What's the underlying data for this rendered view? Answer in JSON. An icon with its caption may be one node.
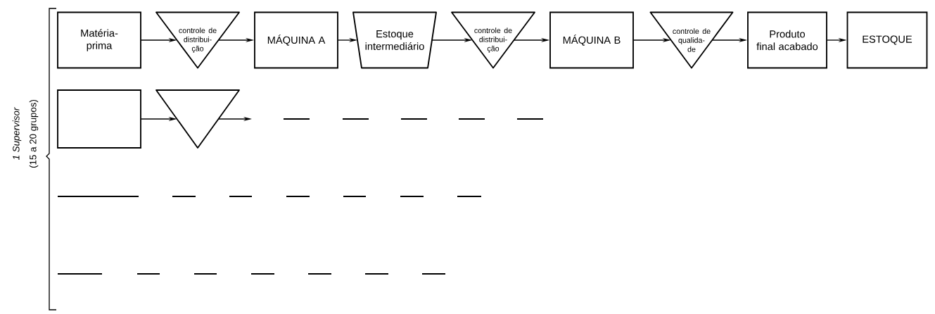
{
  "diagram": {
    "nodes": [
      {
        "text": [
          "Matéria- prima"
        ]
      },
      {
        "text": [
          "controle de distribui- ção"
        ]
      },
      {
        "text": [
          "MÁQUINA A"
        ]
      },
      {
        "text": [
          "Estoque intermediário"
        ]
      },
      {
        "text": [
          "controle de distribui- ção"
        ]
      },
      {
        "text": [
          "MÁQUINA B"
        ]
      },
      {
        "text": [
          "controle de qualida- de"
        ]
      },
      {
        "text": [
          "Produto final acabado"
        ]
      },
      {
        "text": [
          "ESTOQUE"
        ]
      },
      {
        "text": [],
        "shape": "box"
      },
      {
        "text": [],
        "shape": "triangle"
      }
    ],
    "edges": [
      {
        "from": 0,
        "to": 1,
        "arrow": "to"
      },
      {
        "from": 1,
        "to": 2,
        "arrow": "to"
      },
      {
        "from": 2,
        "to": 3,
        "arrow": "to"
      },
      {
        "from": 3,
        "to": 4,
        "arrow": "to"
      },
      {
        "from": 4,
        "to": 5,
        "arrow": "to"
      },
      {
        "from": 5,
        "to": 6,
        "arrow": "to"
      },
      {
        "from": 6,
        "to": 7,
        "arrow": "to"
      },
      {
        "from": 7,
        "to": 8,
        "arrow": "to"
      },
      {
        "from": 9,
        "to": 10,
        "arrow": "to"
      },
      {
        "from": 10,
        "to": null,
        "arrow": "to"
      }
    ],
    "labels": [
      "1 Supervisor",
      "(15 a 20 grupos)"
    ]
  }
}
